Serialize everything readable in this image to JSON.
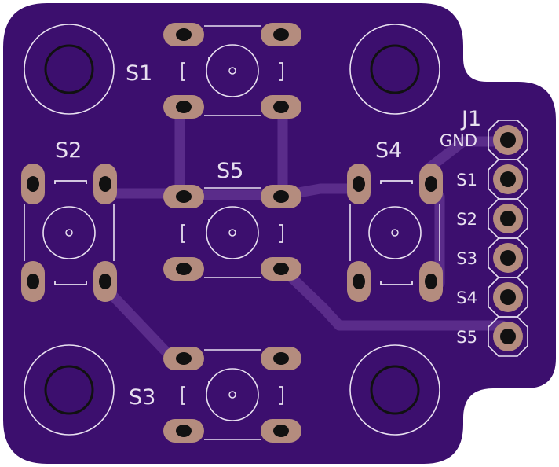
{
  "board": {
    "colors": {
      "outside": "#ffffff",
      "substrate": "#3c0f6e",
      "trace": "#5a2c8a",
      "pad": "#b48c7e",
      "hole": "#111111",
      "silkscreen": "#e8e0f0"
    }
  },
  "switches": [
    {
      "id": "S1",
      "label": "S1",
      "orientation": "horizontal"
    },
    {
      "id": "S2",
      "label": "S2",
      "orientation": "vertical"
    },
    {
      "id": "S3",
      "label": "S3",
      "orientation": "horizontal"
    },
    {
      "id": "S4",
      "label": "S4",
      "orientation": "vertical"
    },
    {
      "id": "S5",
      "label": "S5",
      "orientation": "horizontal"
    }
  ],
  "connector": {
    "label": "J1",
    "pins": [
      {
        "label": "GND"
      },
      {
        "label": "S1"
      },
      {
        "label": "S2"
      },
      {
        "label": "S3"
      },
      {
        "label": "S4"
      },
      {
        "label": "S5"
      }
    ]
  },
  "mounting_holes": [
    {
      "name": "top-left"
    },
    {
      "name": "top-right"
    },
    {
      "name": "bottom-left"
    },
    {
      "name": "bottom-right"
    }
  ]
}
